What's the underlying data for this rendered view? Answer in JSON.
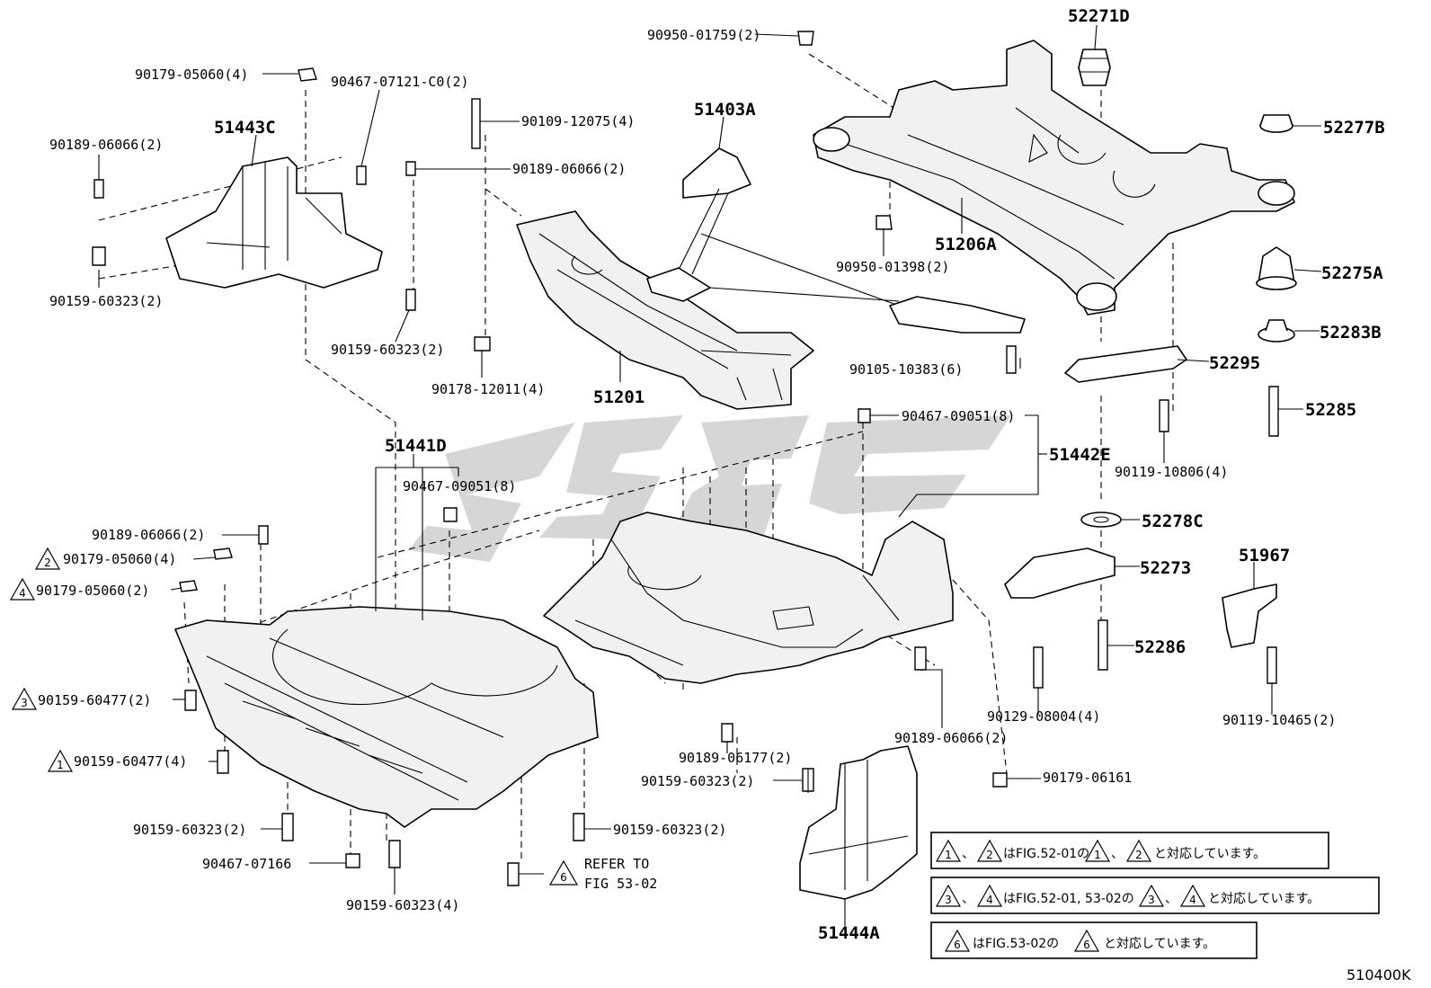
{
  "labels": {
    "p51443C": "51443C",
    "p51403A": "51403A",
    "p51201": "51201",
    "p51206A": "51206A",
    "p52271D": "52271D",
    "p52277B": "52277B",
    "p52275A": "52275A",
    "p52283B": "52283B",
    "p52295": "52295",
    "p52285": "52285",
    "p51441D": "51441D",
    "p51442E": "51442E",
    "p52278C": "52278C",
    "p52273": "52273",
    "p52286": "52286",
    "p51967": "51967",
    "p51444A": "51444A",
    "b90950_01759": "90950-01759(2)",
    "b90179_05060_top": "90179-05060(4)",
    "b90467_07121": "90467-07121-C0(2)",
    "b90109_12075": "90109-12075(4)",
    "b90189_06066_a": "90189-06066(2)",
    "b90189_06066_b": "90189-06066(2)",
    "b90159_60323_a": "90159-60323(2)",
    "b90159_60323_b": "90159-60323(2)",
    "b90178_12011": "90178-12011(4)",
    "b90950_01398": "90950-01398(2)",
    "b90105_10383": "90105-10383(6)",
    "b90467_09051_a": "90467-09051(8)",
    "b90467_09051_b": "90467-09051(8)",
    "b90119_10806": "90119-10806(4)",
    "b90189_06066_c": "90189-06066(2)",
    "b90179_05060_2": "90179-05060(4)",
    "b90179_05060_4": "90179-05060(2)",
    "b90159_60477_3": "90159-60477(2)",
    "b90159_60477_1": "90159-60477(4)",
    "b90159_60323_c": "90159-60323(2)",
    "b90467_07166": "90467-07166",
    "b90159_60323_d": "90159-60323(4)",
    "b90159_60323_e": "90159-60323(2)",
    "b90189_06177": "90189-06177(2)",
    "b90159_60323_f": "90159-60323(2)",
    "b90189_06066_d": "90189-06066(2)",
    "b90129_08004": "90129-08004(4)",
    "b90119_10465": "90119-10465(2)",
    "b90179_06161": "90179-06161",
    "refer1": "REFER TO",
    "refer2": "FIG 53-02"
  },
  "markers": {
    "m1": "1",
    "m2": "2",
    "m3": "3",
    "m4": "4",
    "m6": "6"
  },
  "notes": {
    "n1_mid": "、",
    "n1_a": "はFIG.52-01の",
    "n1_b": "、",
    "n1_c": "と対応しています。",
    "n2_mid": "、",
    "n2_a": "はFIG.52-01, 53-02の",
    "n2_b": "、",
    "n2_c": "と対応しています。",
    "n3_a": "はFIG.53-02の",
    "n3_c": "と対応しています。"
  },
  "figure_code": "510400K"
}
